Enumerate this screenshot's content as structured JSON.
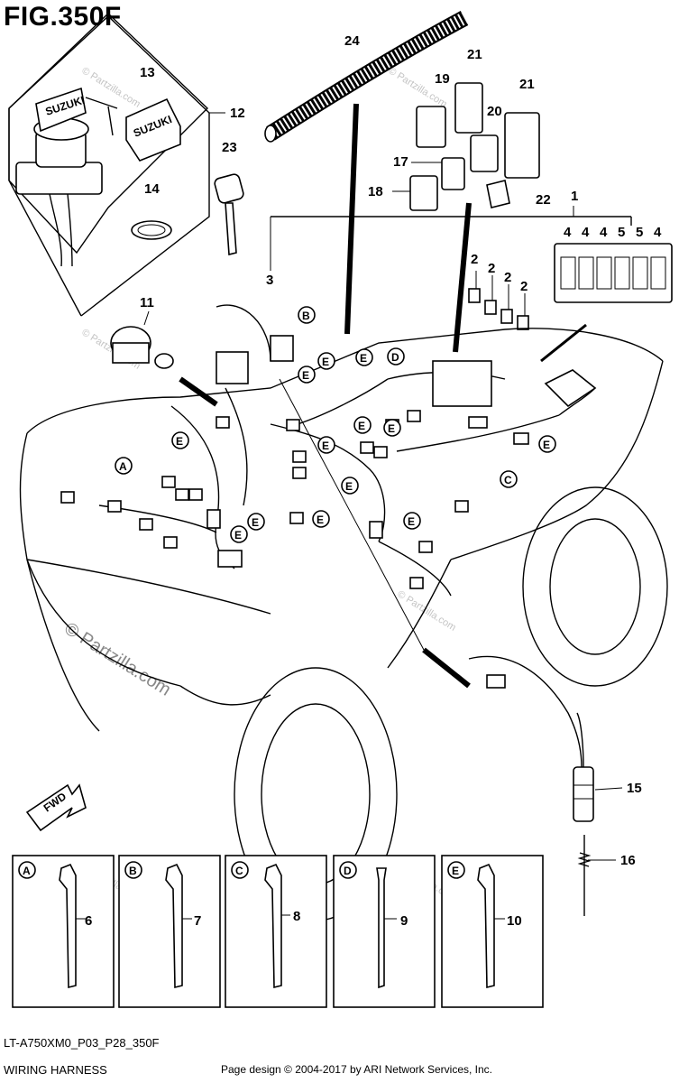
{
  "figure": {
    "title": "FIG.350F",
    "code": "LT-A750XM0_P03_P28_350F",
    "caption": "WIRING HARNESS",
    "copyright": "Page design © 2004-2017 by ARI Network Services, Inc.",
    "watermark": "© Partzilla.com",
    "watermark_large": "© Partzilla.com"
  },
  "callouts": {
    "p1": "1",
    "p2": "2",
    "p3": "3",
    "p4": "4",
    "p5": "5",
    "p6": "6",
    "p7": "7",
    "p8": "8",
    "p9": "9",
    "p10": "10",
    "p11": "11",
    "p12": "12",
    "p13": "13",
    "p14": "14",
    "p15": "15",
    "p16": "16",
    "p17": "17",
    "p18": "18",
    "p19": "19",
    "p20": "20",
    "p21": "21",
    "p22": "22",
    "p23": "23",
    "p24": "24"
  },
  "fuse_box_labels": [
    "4",
    "4",
    "4",
    "5",
    "5",
    "4"
  ],
  "clamp_letters": {
    "A": "A",
    "B": "B",
    "C": "C",
    "D": "D",
    "E": "E"
  },
  "fwd_label": "FWD",
  "key_brand": "SUZUKI"
}
